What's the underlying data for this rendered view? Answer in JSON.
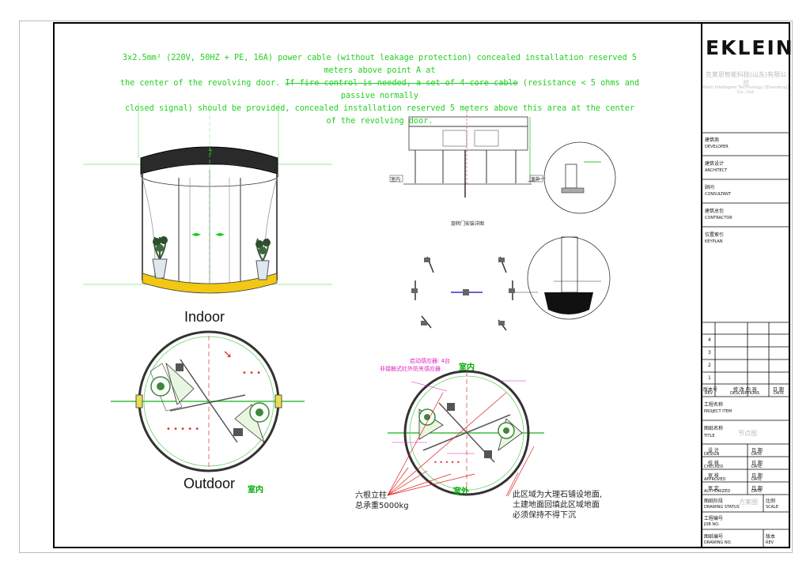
{
  "note": {
    "line1": "3x2.5mm² (220V, 50HZ + PE, 16A) power cable (without leakage protection) concealed installation reserved 5 meters above point A at",
    "line2_a": "the center of the revolving door. ",
    "line2_b": "If fire control is needed, a set of 4-core cable",
    "line2_c": " (resistance < 5 ohms and passive normally",
    "line3": "closed signal) should be provided, concealed installation reserved 5 meters above this area at the center of the revolving door."
  },
  "labels": {
    "indoor": "Indoor",
    "outdoor": "Outdoor",
    "outdoor_cn": "室内",
    "plan2_top_cn": "室内",
    "plan2_bottom_cn": "室外",
    "sensor_line1": "启动感应器: 4台",
    "sensor_line2": "非接触式红外防夹感应器",
    "section_title": "旋转门安装详图",
    "section_left": "室内",
    "section_right": "室外",
    "columns_line1": "六根立柱",
    "columns_line2": "总承重5000kg",
    "floor_line1": "此区域为大理石铺设地面,",
    "floor_line2": "土建地面回填此区域地面",
    "floor_line3": "必须保持不得下沉"
  },
  "titleblock": {
    "logo": "EKLEIN",
    "company_cn": "克莱恩智能科技(山东)有限公司",
    "company_en": "Klein Intelligent Technology (Shandong) Co., Ltd.",
    "developer_cn": "建筑商",
    "developer_en": "DEVELOPER",
    "architect_cn": "建筑设计",
    "architect_en": "ARCHITECT",
    "consultant_cn": "顾问",
    "consultant_en": "CONSULTANT",
    "contractor_cn": "建筑总包",
    "contractor_en": "CONTRACTOR",
    "keyplan_cn": "位置索引",
    "keyplan_en": "KEYPLAN",
    "rev_rows": [
      "4",
      "3",
      "2",
      "1"
    ],
    "rev_cn": "版本号",
    "rev_en": "REV",
    "desc_cn": "修 改 内 容",
    "desc_en": "DESCRIPTIONS",
    "date_cn": "日 期",
    "date_en": "DATE",
    "project_cn": "工程名称",
    "project_en": "PROJECT ITEM",
    "title_cn": "图纸名称",
    "title_en": "TITLE",
    "title_value": "节点图",
    "design_cn": "设 计",
    "design_en": "DESIGN",
    "checked_cn": "校 核",
    "checked_en": "CHECKED",
    "approved_cn": "审 核",
    "approved_en": "APPROVED",
    "authorized_cn": "审 定",
    "authorized_en": "AUTHORIZED",
    "day_cn": "日 期",
    "day_en": "DATE",
    "status_cn": "图纸阶段",
    "status_en": "DRAWING STATUS",
    "status_value": "方案图",
    "scale_cn": "比例",
    "scale_en": "SCALE",
    "jobno_cn": "工程编号",
    "jobno_en": "JOB NO.",
    "drawno_cn": "图纸编号",
    "drawno_en": "DRAWING NO.",
    "rev2_cn": "版本",
    "rev2_en": "REV"
  }
}
